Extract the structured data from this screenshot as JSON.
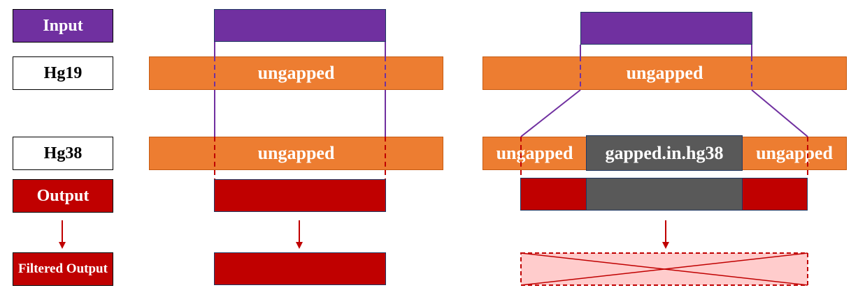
{
  "labels": {
    "input": "Input",
    "hg19": "Hg19",
    "hg38": "Hg38",
    "output": "Output",
    "filtered_output": "Filtered Output"
  },
  "left_panel": {
    "hg19_bar": "ungapped",
    "hg38_bar": "ungapped"
  },
  "right_panel": {
    "hg19_bar": "ungapped",
    "hg38_left": "ungapped",
    "hg38_middle": "gapped.in.hg38",
    "hg38_right": "ungapped"
  },
  "colors": {
    "input_purple": "#7030a0",
    "bar_orange": "#ed7d31",
    "output_red": "#c00000",
    "gap_gray": "#595959",
    "filtered_pink": "#ffcccc"
  }
}
